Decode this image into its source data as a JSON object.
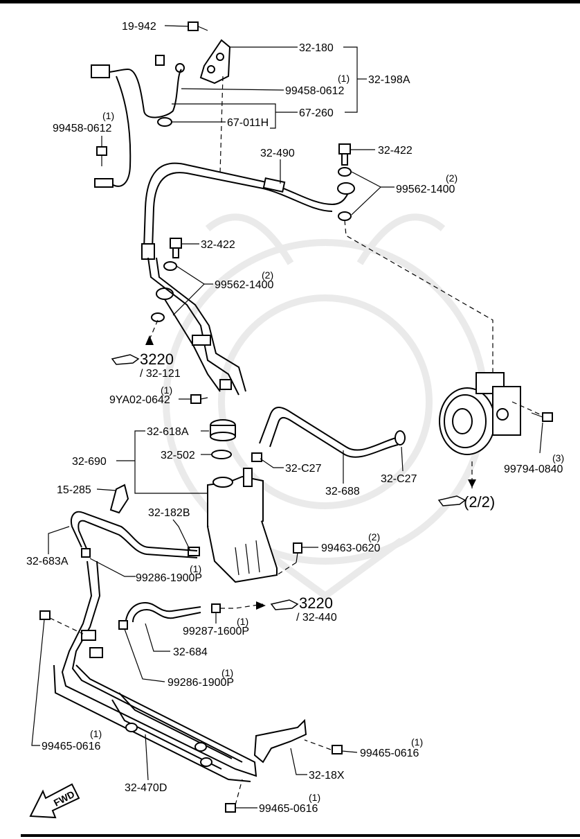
{
  "callouts": [
    {
      "id": "c19_942",
      "text": "19-942"
    },
    {
      "id": "c32_180",
      "text": "32-180"
    },
    {
      "id": "c32_198A",
      "text": "32-198A"
    },
    {
      "id": "c99458a",
      "text": "99458-0612",
      "qty": "(1)"
    },
    {
      "id": "c67_260",
      "text": "67-260"
    },
    {
      "id": "c67_011H",
      "text": "67-011H"
    },
    {
      "id": "c99458b",
      "text": "99458-0612",
      "qty": "(1)"
    },
    {
      "id": "c32_490",
      "text": "32-490"
    },
    {
      "id": "c32_422a",
      "text": "32-422"
    },
    {
      "id": "c99562a",
      "text": "99562-1400",
      "qty": "(2)"
    },
    {
      "id": "c32_422b",
      "text": "32-422"
    },
    {
      "id": "c99562b",
      "text": "99562-1400",
      "qty": "(2)"
    },
    {
      "id": "c9YA02",
      "text": "9YA02-0642",
      "qty": "(1)"
    },
    {
      "id": "c32_618A",
      "text": "32-618A"
    },
    {
      "id": "c32_690",
      "text": "32-690"
    },
    {
      "id": "c32_502",
      "text": "32-502"
    },
    {
      "id": "c32_C27a",
      "text": "32-C27"
    },
    {
      "id": "c15_285",
      "text": "15-285"
    },
    {
      "id": "c32_688",
      "text": "32-688"
    },
    {
      "id": "c32_C27b",
      "text": "32-C27"
    },
    {
      "id": "c99794",
      "text": "99794-0840",
      "qty": "(3)"
    },
    {
      "id": "c32_182B",
      "text": "32-182B"
    },
    {
      "id": "c32_683A",
      "text": "32-683A"
    },
    {
      "id": "c99463",
      "text": "99463-0620",
      "qty": "(2)"
    },
    {
      "id": "c99286a",
      "text": "99286-1900P",
      "qty": "(1)"
    },
    {
      "id": "c99287",
      "text": "99287-1600P",
      "qty": "(1)"
    },
    {
      "id": "c32_684",
      "text": "32-684"
    },
    {
      "id": "c99286b",
      "text": "99286-1900P",
      "qty": "(1)"
    },
    {
      "id": "c99465a",
      "text": "99465-0616",
      "qty": "(1)"
    },
    {
      "id": "c99465b",
      "text": "99465-0616",
      "qty": "(1)"
    },
    {
      "id": "c32_18X",
      "text": "32-18X"
    },
    {
      "id": "c32_470D",
      "text": "32-470D"
    },
    {
      "id": "c99465c",
      "text": "99465-0616",
      "qty": "(1)"
    }
  ],
  "references": [
    {
      "id": "r3220a",
      "main": "3220",
      "sub": "/ 32-121"
    },
    {
      "id": "r2_2",
      "main": "(2/2)",
      "sub": ""
    },
    {
      "id": "r3220b",
      "main": "3220",
      "sub": "/ 32-440"
    }
  ],
  "fwd_label": "FWD"
}
